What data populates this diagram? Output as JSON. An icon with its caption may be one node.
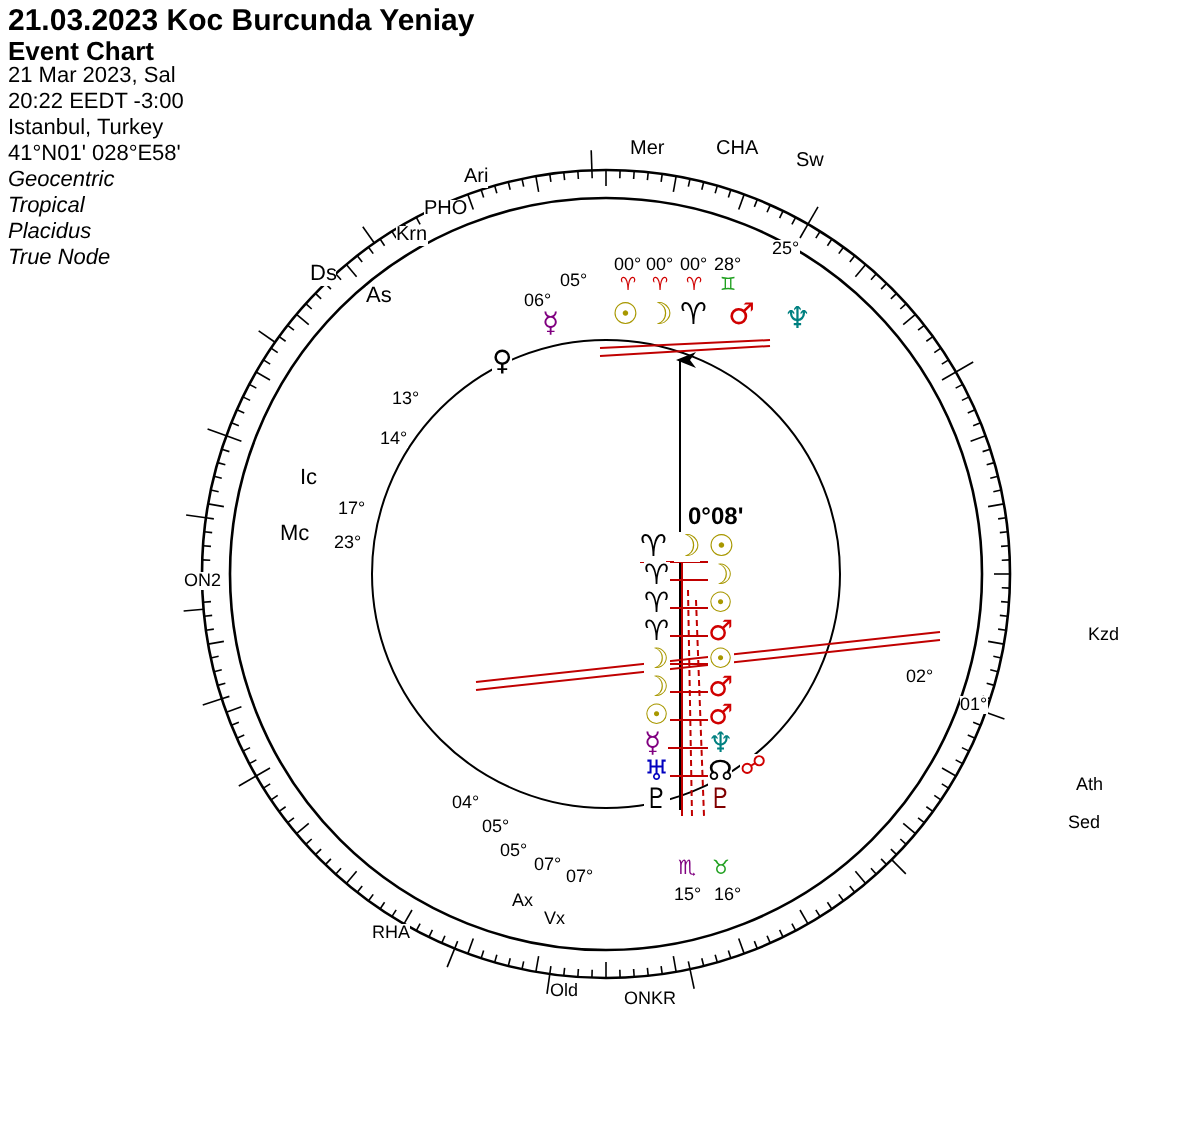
{
  "diagram": {
    "title": "21.03.2023 Koc Burcunda Yeniay",
    "labels": [
      "Event Chart",
      "21 Mar 2023, Sal",
      "20:22  EEDT -3:00",
      "Istanbul, Turkey",
      "41°N01' 028°E58'",
      "Geocentric",
      "Tropical",
      "Placidus",
      "True Node",
      "0°08'",
      "♈",
      "☽",
      "☉",
      "♈",
      "☽",
      "♈",
      "☉",
      "♈",
      "♂",
      "☽",
      "☉",
      "☽",
      "♂",
      "☉",
      "♂",
      "☿",
      "♆",
      "♅",
      "☊",
      "☍",
      "♇",
      "♇",
      "☿",
      "☉",
      "☽",
      "♈",
      "♂",
      "♆",
      "♀",
      "00°",
      "00°",
      "00°",
      "28°",
      "♈",
      "♈",
      "♈",
      "♊",
      "25°",
      "05°",
      "06°",
      "04°",
      "05°",
      "05°",
      "07°",
      "07°",
      "15°",
      "16°",
      "♏",
      "♉",
      "PHO",
      "Ari",
      "Krn",
      "Mer",
      "CHA",
      "Sw",
      "As",
      "Ds",
      "Ic",
      "Mc",
      "ON2",
      "RHA",
      "Ax",
      "Vx",
      "Old",
      "ONKR",
      "Kzd",
      "Ath",
      "Sed",
      "13°",
      "14°",
      "17°",
      "23°",
      "02°",
      "01°"
    ]
  }
}
